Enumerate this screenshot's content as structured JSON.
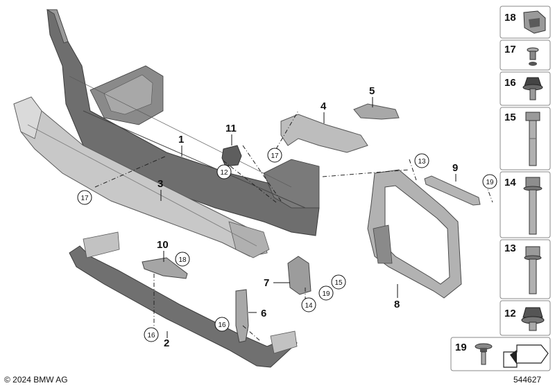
{
  "diagram": {
    "copyright": "© 2024 BMW AG",
    "diagram_number": "544627",
    "part_callouts": [
      {
        "label": "1"
      },
      {
        "label": "2"
      },
      {
        "label": "3"
      },
      {
        "label": "4"
      },
      {
        "label": "5"
      },
      {
        "label": "6"
      },
      {
        "label": "7"
      },
      {
        "label": "8"
      },
      {
        "label": "9"
      },
      {
        "label": "10"
      },
      {
        "label": "11"
      }
    ],
    "circled_callouts": [
      {
        "label": "17"
      },
      {
        "label": "17"
      },
      {
        "label": "12"
      },
      {
        "label": "13"
      },
      {
        "label": "19"
      },
      {
        "label": "18"
      },
      {
        "label": "15"
      },
      {
        "label": "19"
      },
      {
        "label": "14"
      },
      {
        "label": "16"
      },
      {
        "label": "16"
      }
    ],
    "legend_items": [
      {
        "label": "18",
        "icon": "clip-nut-icon"
      },
      {
        "label": "17",
        "icon": "rivet-icon"
      },
      {
        "label": "16",
        "icon": "flange-screw-icon"
      },
      {
        "label": "15",
        "icon": "long-hex-bolt-icon"
      },
      {
        "label": "14",
        "icon": "long-hex-bolt-icon"
      },
      {
        "label": "13",
        "icon": "hex-bolt-icon"
      },
      {
        "label": "12",
        "icon": "flange-nut-icon"
      },
      {
        "label": "19",
        "icon": "torx-screw-icon"
      }
    ],
    "colors": {
      "part_fill": "#6e6e6e",
      "part_dark": "#4a4a4a",
      "part_light": "#b8b8b8",
      "frame_border": "#888888",
      "legend_bg": "#ffffff"
    }
  }
}
